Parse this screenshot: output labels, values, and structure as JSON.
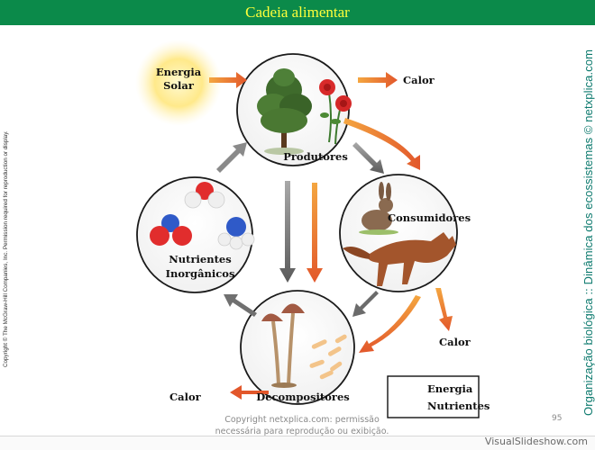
{
  "title": "Cadeia alimentar",
  "nodes": {
    "energy": [
      "Energia",
      "Solar"
    ],
    "producers": "Produtores",
    "consumers": "Consumidores",
    "nutrients": [
      "Nutrientes",
      "Inorgânicos"
    ],
    "decomposers": "Decompositores"
  },
  "heat_labels": {
    "top": "Calor",
    "right": "Calor",
    "bottom": "Calor"
  },
  "legend": {
    "energy": "Energia",
    "nutrients": "Nutrientes"
  },
  "colors": {
    "energy_arrow": "#e2572b",
    "nutrient_arrow": "#6b6b6b",
    "title_bar": "#0b8a4a",
    "title_text": "#ffff3a"
  },
  "side_left": "Copyright © The McGraw-Hill Companies, Inc. Permission required for reproduction or display.",
  "side_right": "Organização biológica :: Dinâmica dos ecossistemas © netxplica.com",
  "footer": {
    "line1": "Copyright netxplica.com: permissão",
    "line2": "necessária para reprodução ou exibição.",
    "page": "95"
  },
  "watermark": "VisualSlideshow.com"
}
